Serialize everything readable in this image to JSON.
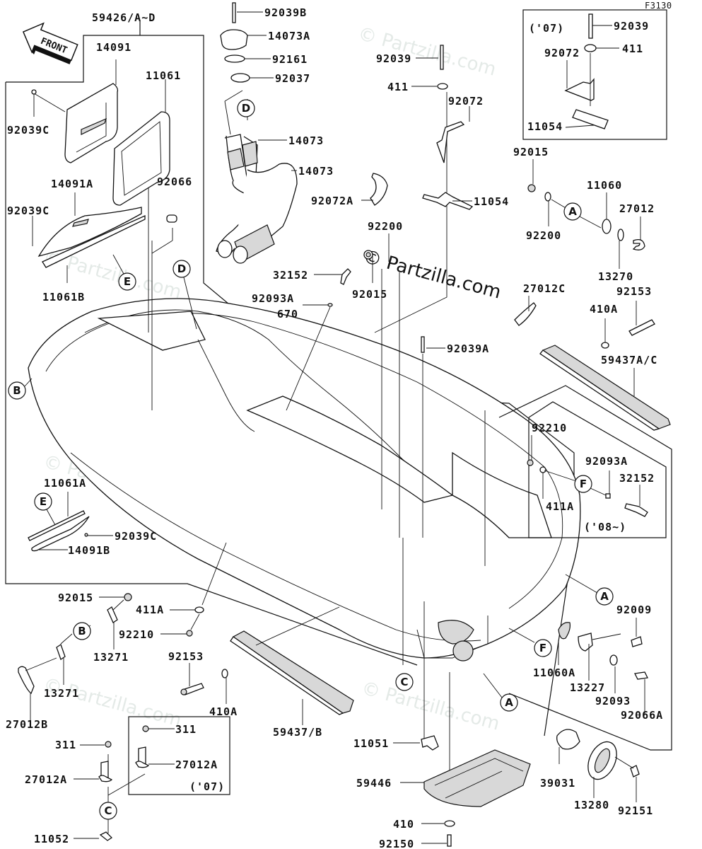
{
  "diagram": {
    "figure_code": "F3130",
    "front_arrow_text": "FRONT",
    "watermark": "© Partzilla.com",
    "year_notes": {
      "box_top_right": "('07)",
      "box_right_mid": "('08~)",
      "box_bottom_left": "('07)"
    },
    "callouts": [
      "A",
      "B",
      "C",
      "D",
      "E",
      "F"
    ],
    "labels": {
      "l59426": "59426/A~D",
      "l14091": "14091",
      "l11061": "11061",
      "l92039C_1": "92039C",
      "l14091A": "14091A",
      "l92066": "92066",
      "l92039C_2": "92039C",
      "l11061B": "11061B",
      "l92039B": "92039B",
      "l14073A": "14073A",
      "l92161": "92161",
      "l92037": "92037",
      "l14073_1": "14073",
      "l14073_2": "14073",
      "l92039_mid": "92039",
      "l411_mid": "411",
      "l92072_mid": "92072",
      "l92072A": "92072A",
      "l11054_mid": "11054",
      "l92039_box": "92039",
      "l411_box": "411",
      "l92072_box": "92072",
      "l11054_box": "11054",
      "l92015_r": "92015",
      "l11060": "11060",
      "l27012": "27012",
      "l92200_r": "92200",
      "l13270": "13270",
      "l92200_c": "92200",
      "l32152_c": "32152",
      "l92093A_c": "92093A",
      "l670": "670",
      "l92015_c": "92015",
      "l27012C": "27012C",
      "l92153_r": "92153",
      "l410A_r": "410A",
      "l92039A": "92039A",
      "l59437AC": "59437A/C",
      "l92210_r": "92210",
      "l92093A_r": "92093A",
      "l32152_r": "32152",
      "l411A_r": "411A",
      "l11061A": "11061A",
      "l92039C_3": "92039C",
      "l14091B": "14091B",
      "l92015_l": "92015",
      "l411A_l": "411A",
      "l92210_l": "92210",
      "l13271_1": "13271",
      "l13271_2": "13271",
      "l27012B": "27012B",
      "l92153_l": "92153",
      "l410A_l": "410A",
      "l59437B": "59437/B",
      "l311_box": "311",
      "l311": "311",
      "l27012A_box": "27012A",
      "l27012A": "27012A",
      "l11052": "11052",
      "l92009": "92009",
      "l11060A": "11060A",
      "l13227": "13227",
      "l92093": "92093",
      "l92066A": "92066A",
      "l11051": "11051",
      "l59446": "59446",
      "l410": "410",
      "l92150": "92150",
      "l39031": "39031",
      "l13280": "13280",
      "l92151": "92151"
    }
  }
}
